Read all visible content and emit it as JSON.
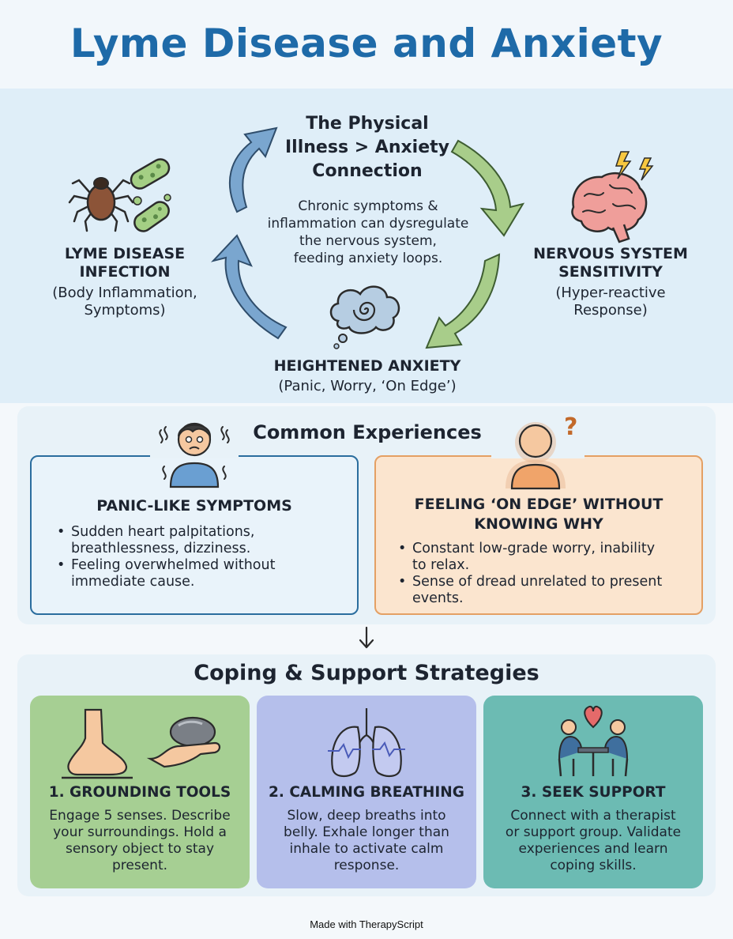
{
  "header": {
    "title": "Lyme Disease and Anxiety"
  },
  "cycle": {
    "center_title": [
      "The Physical",
      "Illness > Anxiety",
      "Connection"
    ],
    "center_desc": [
      "Chronic symptoms &",
      "inflammation can dysregulate",
      "the nervous system,",
      "feeding anxiety loops."
    ],
    "lyme": {
      "title": [
        "LYME DISEASE",
        "INFECTION"
      ],
      "sub": [
        "(Body Inflammation,",
        "Symptoms)"
      ]
    },
    "nervous": {
      "title": [
        "NERVOUS SYSTEM",
        "SENSITIVITY"
      ],
      "sub": [
        "(Hyper-reactive",
        "Response)"
      ]
    },
    "anxiety": {
      "title": "HEIGHTENED ANXIETY",
      "sub": "(Panic, Worry, ‘On Edge’)"
    }
  },
  "experiences": {
    "title": "Common Experiences",
    "panic": {
      "title": "PANIC-LIKE SYMPTOMS",
      "bullets": [
        [
          "Sudden heart palpitations,",
          "breathlessness, dizziness."
        ],
        [
          "Feeling overwhelmed without",
          "immediate cause."
        ]
      ]
    },
    "edge": {
      "title": [
        "FEELING ‘ON EDGE’ WITHOUT",
        "KNOWING WHY"
      ],
      "bullets": [
        [
          "Constant low-grade worry, inability",
          "to relax."
        ],
        [
          "Sense of dread unrelated to present",
          "events."
        ]
      ]
    }
  },
  "strategies": {
    "title": "Coping & Support Strategies",
    "cards": [
      {
        "title": "1. GROUNDING TOOLS",
        "desc": [
          "Engage 5 senses. Describe",
          "your surroundings. Hold a",
          "sensory object to stay",
          "present."
        ]
      },
      {
        "title": "2. CALMING BREATHING",
        "desc": [
          "Slow, deep breaths into",
          "belly. Exhale longer than",
          "inhale to activate calm",
          "response."
        ]
      },
      {
        "title": "3. SEEK SUPPORT",
        "desc": [
          "Connect with a therapist",
          "or support group. Validate",
          "experiences and learn",
          "coping skills."
        ]
      }
    ]
  },
  "footer": {
    "text": "Made with TherapyScript"
  },
  "colors": {
    "title_blue": "#1e6aa8",
    "arrow_blue": "#7aa6cf",
    "arrow_green": "#a8cd8a",
    "panic_border": "#2a6d9e",
    "edge_border": "#e4a064",
    "ground_bg": "#a6cf93",
    "breath_bg": "#b5bfeb",
    "support_bg": "#6cbbb3"
  },
  "icons": [
    "tick-icon",
    "bacteria-icon",
    "brain-lightning-icon",
    "worry-cloud-icon",
    "anxious-person-icon",
    "confused-person-icon",
    "down-arrow-icon",
    "foot-icon",
    "stone-in-hand-icon",
    "lungs-icon",
    "people-heart-icon"
  ]
}
